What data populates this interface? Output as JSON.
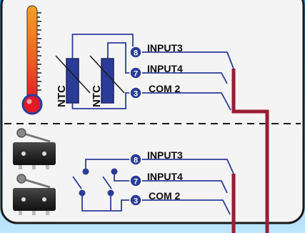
{
  "colors": {
    "background_gradient_top": "#2f9be3",
    "background_gradient_bottom": "#bfe6fb",
    "panel_fill": "#f5f4f4",
    "panel_stroke": "#1a1a1a",
    "wire_blue": "#2b3c98",
    "cable_maroon": "#9a1c33",
    "terminal_fill": "#2b3c98",
    "thermometer_red": "#e21a26",
    "dashed_divider": "#1a1a1a"
  },
  "sensors": {
    "ntc_label_1": "NTC",
    "ntc_label_2": "NTC",
    "icons": [
      "thermometer-icon",
      "microswitch-icon",
      "microswitch-icon"
    ]
  },
  "top_block": {
    "terminals": [
      {
        "number": "8",
        "label": "INPUT3"
      },
      {
        "number": "7",
        "label": "INPUT4"
      },
      {
        "number": "3",
        "label": "COM 2"
      }
    ]
  },
  "bottom_block": {
    "terminals": [
      {
        "number": "8",
        "label": "INPUT3"
      },
      {
        "number": "7",
        "label": "INPUT4"
      },
      {
        "number": "3",
        "label": "COM 2"
      }
    ]
  }
}
